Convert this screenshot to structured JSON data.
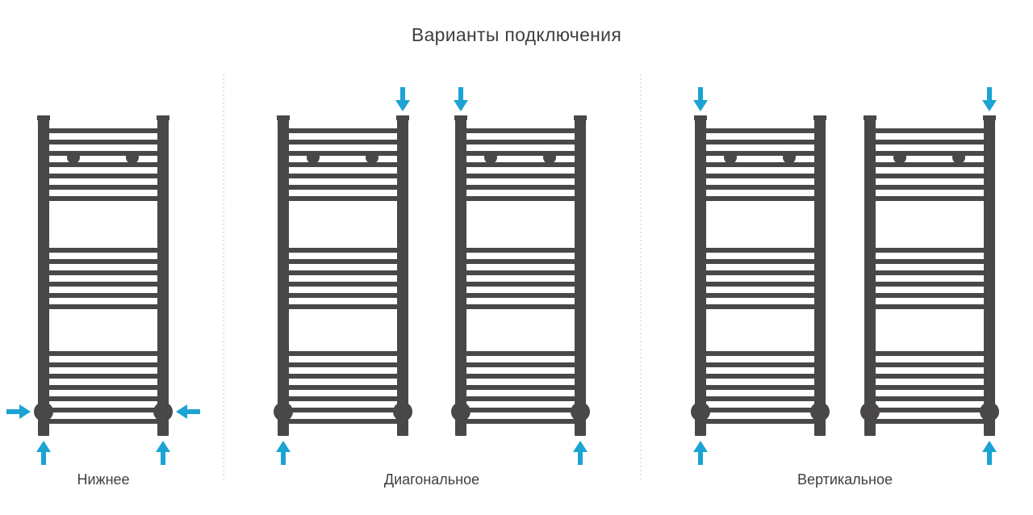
{
  "title": "Варианты подключения",
  "groups": [
    {
      "label": "Нижнее",
      "radiators": [
        {
          "inlets": [
            "left-side",
            "left-bottom",
            "right-side",
            "right-bottom"
          ]
        }
      ]
    },
    {
      "label": "Диагональное",
      "radiators": [
        {
          "inlets": [
            "right-top",
            "left-bottom"
          ]
        },
        {
          "inlets": [
            "left-top",
            "right-bottom"
          ]
        }
      ]
    },
    {
      "label": "Вертикальное",
      "radiators": [
        {
          "inlets": [
            "left-top",
            "left-bottom"
          ]
        },
        {
          "inlets": [
            "right-top",
            "right-bottom"
          ]
        }
      ]
    }
  ],
  "colors": {
    "radiator": "#4a4747",
    "arrow": "#1aa3d3",
    "divider": "#c8c8c8",
    "text": "#3f3f3f"
  }
}
